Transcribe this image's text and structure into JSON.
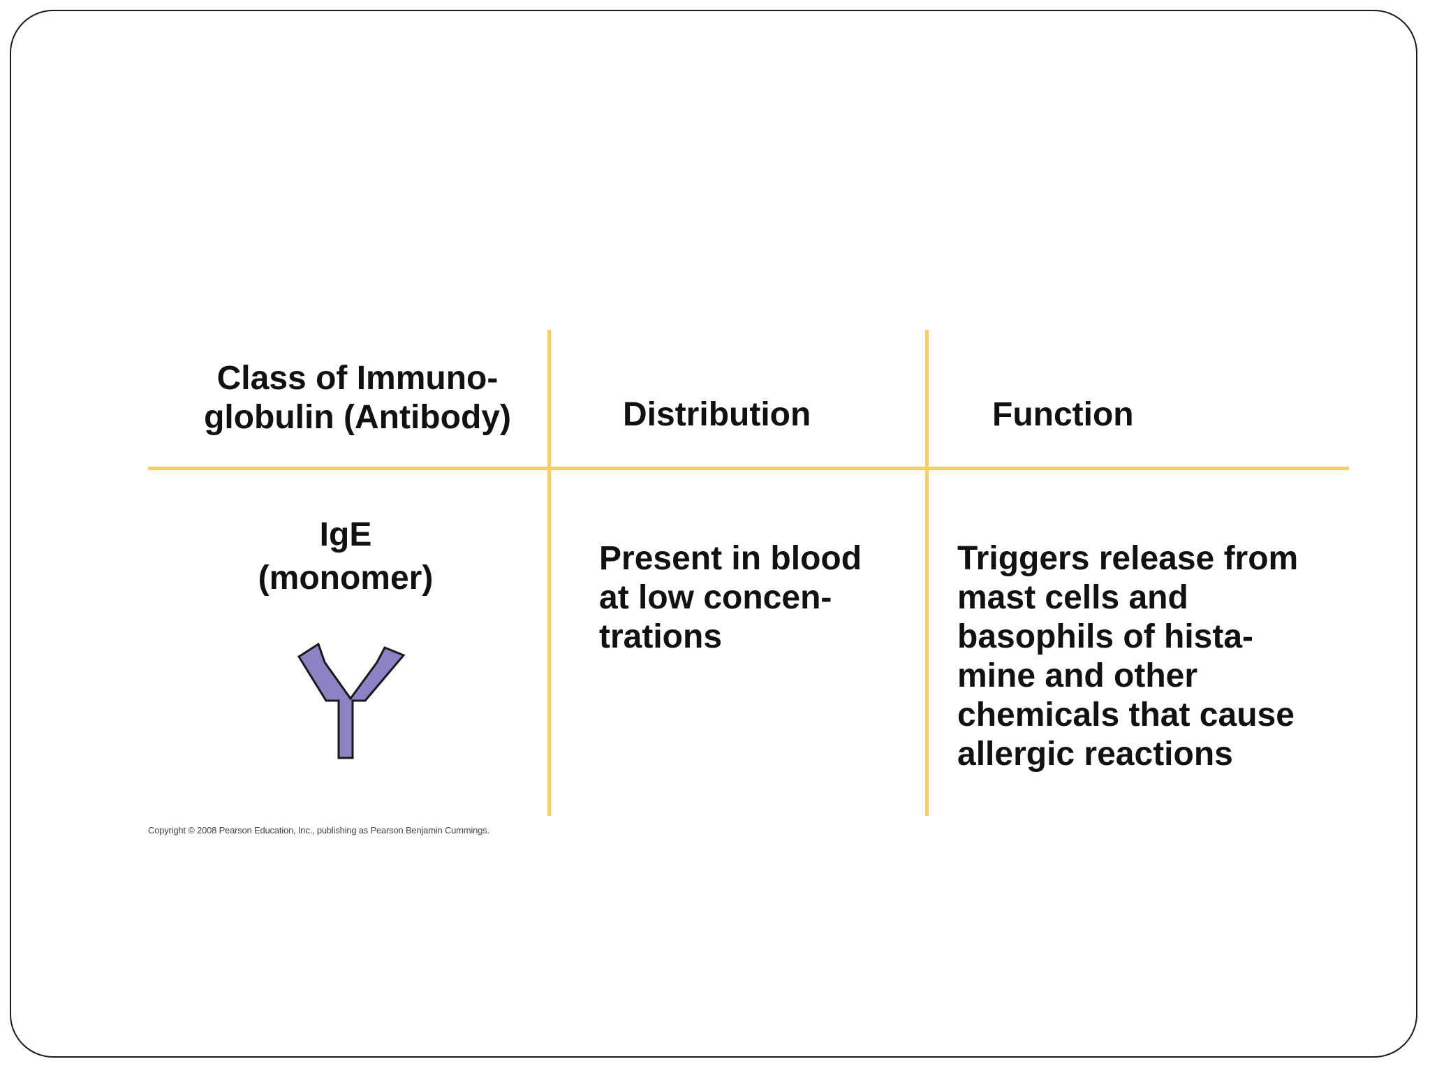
{
  "table": {
    "headers": {
      "class": "Class of Immuno-\nglobulin (Antibody)",
      "distribution": "Distribution",
      "function": "Function"
    },
    "row": {
      "class_name": "IgE",
      "class_sub": "(monomer)",
      "distribution": "Present in blood\nat low concen-\ntrations",
      "function": "Triggers release from\nmast cells and\nbasophils of hista-\nmine and other\nchemicals that cause\nallergic reactions"
    }
  },
  "copyright": "Copyright © 2008 Pearson Education, Inc., publishing as Pearson Benjamin Cummings.",
  "colors": {
    "grid_line": "#f6cd6a",
    "antibody_fill": "#8b83c4",
    "antibody_stroke": "#1a1a1a",
    "frame_border": "#1a1a1a"
  },
  "icons": {
    "antibody": "antibody-y-icon"
  }
}
